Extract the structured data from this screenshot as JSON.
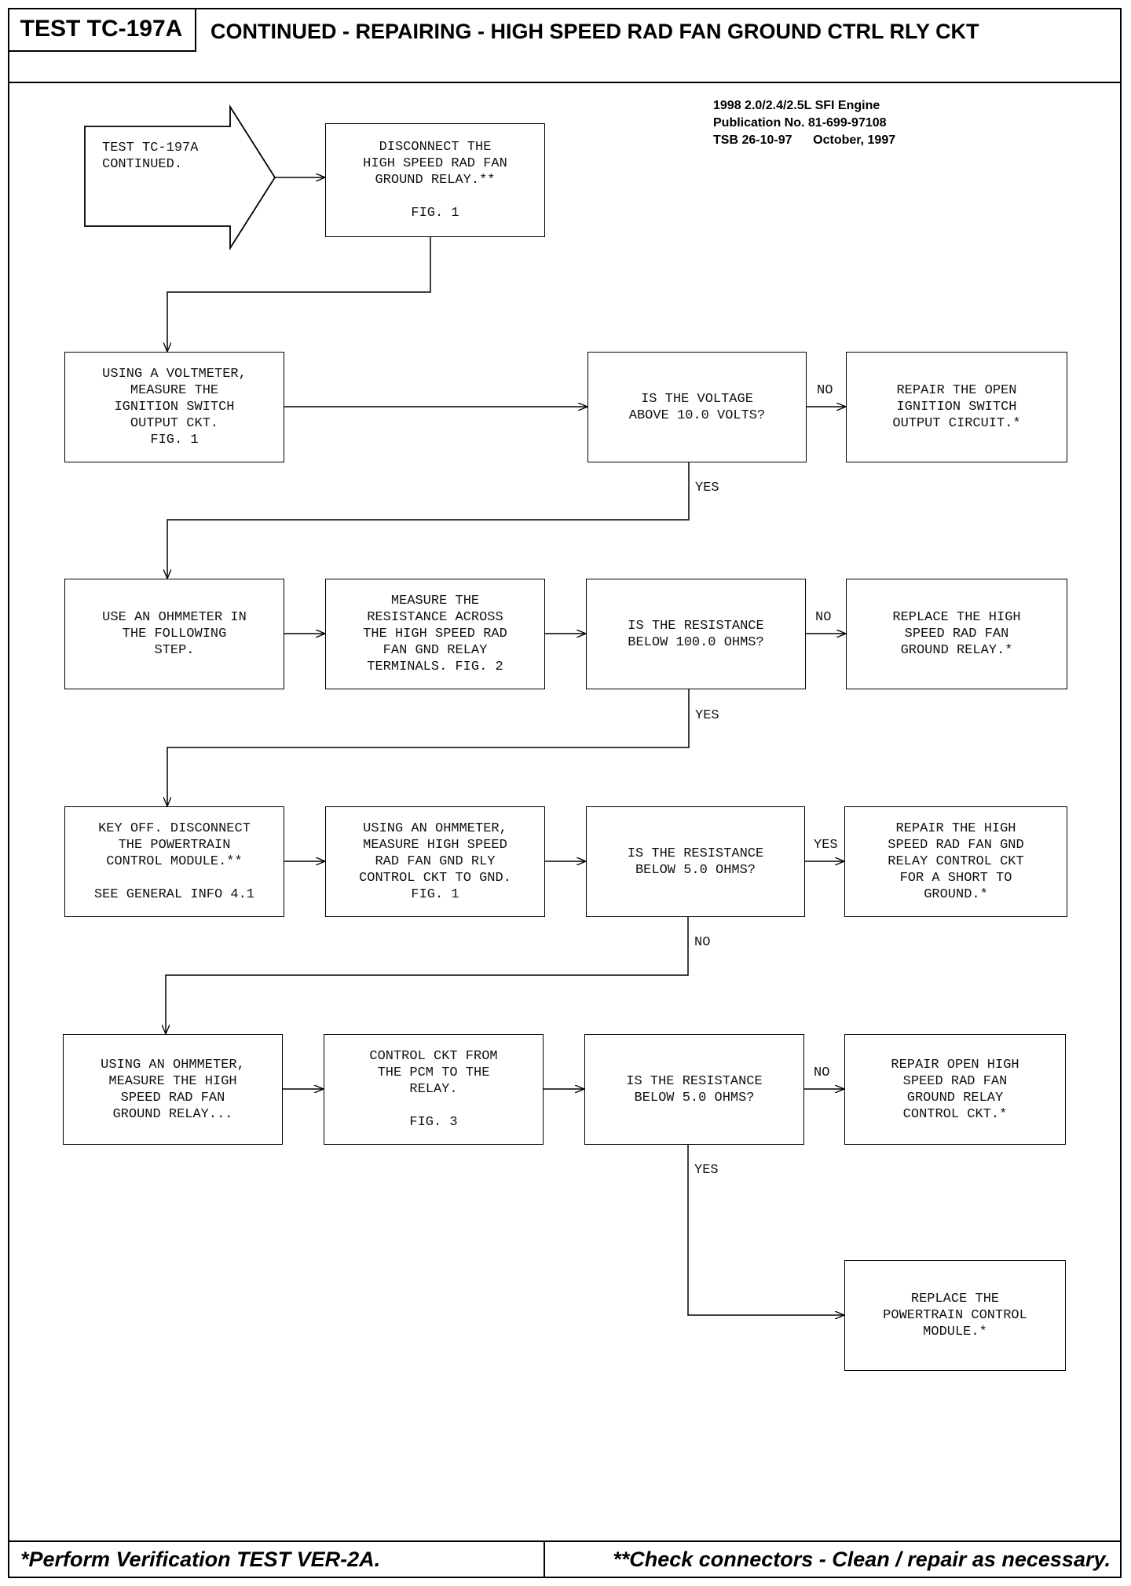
{
  "header": {
    "test_id": "TEST TC-197A",
    "title": "CONTINUED - REPAIRING - HIGH SPEED RAD FAN GROUND CTRL RLY CKT"
  },
  "pub_info": {
    "line1": "1998 2.0/2.4/2.5L SFI Engine",
    "line2": "Publication No. 81-699-97108",
    "line3": "TSB 26-10-97      October, 1997"
  },
  "start": {
    "text": "TEST TC-197A\nCONTINUED."
  },
  "boxes": {
    "disconnect_relay": "DISCONNECT THE\nHIGH SPEED RAD FAN\nGROUND RELAY.**\n\nFIG. 1",
    "measure_ign": "USING A VOLTMETER,\nMEASURE THE\nIGNITION SWITCH\nOUTPUT CKT.\nFIG. 1",
    "voltage_q": "IS THE VOLTAGE\nABOVE 10.0 VOLTS?",
    "repair_ign": "REPAIR THE OPEN\nIGNITION SWITCH\nOUTPUT CIRCUIT.*",
    "use_ohm": "USE AN OHMMETER IN\nTHE FOLLOWING\nSTEP.",
    "measure_res": "MEASURE THE\nRESISTANCE ACROSS\nTHE HIGH SPEED RAD\nFAN GND RELAY\nTERMINALS.  FIG. 2",
    "res100_q": "IS THE RESISTANCE\nBELOW 100.0 OHMS?",
    "replace_relay": "REPLACE THE HIGH\nSPEED RAD FAN\nGROUND RELAY.*",
    "key_off": "KEY OFF. DISCONNECT\nTHE POWERTRAIN\nCONTROL MODULE.**\n\nSEE GENERAL INFO 4.1",
    "measure_ctrl": "USING AN OHMMETER,\nMEASURE HIGH SPEED\nRAD FAN GND RLY\nCONTROL CKT TO GND.\nFIG. 1",
    "res5_q1": "IS THE RESISTANCE\nBELOW 5.0 OHMS?",
    "repair_short": "REPAIR THE HIGH\nSPEED RAD FAN GND\nRELAY CONTROL CKT\nFOR A SHORT TO\nGROUND.*",
    "measure_relay": "USING AN OHMMETER,\nMEASURE THE HIGH\nSPEED RAD FAN\nGROUND RELAY...",
    "ctrl_pcm": "CONTROL CKT FROM\nTHE PCM TO THE\nRELAY.\n\nFIG. 3",
    "res5_q2": "IS THE RESISTANCE\nBELOW 5.0 OHMS?",
    "repair_open": "REPAIR OPEN HIGH\nSPEED RAD FAN\nGROUND RELAY\nCONTROL CKT.*",
    "replace_pcm": "REPLACE THE\nPOWERTRAIN CONTROL\nMODULE.*"
  },
  "labels": {
    "no1": "NO",
    "yes1": "YES",
    "no2": "NO",
    "yes2": "YES",
    "yes3": "YES",
    "no3": "NO",
    "no4": "NO",
    "yes4": "YES"
  },
  "footer": {
    "left": "*Perform Verification TEST VER-2A.",
    "right": "**Check connectors - Clean / repair as necessary."
  }
}
